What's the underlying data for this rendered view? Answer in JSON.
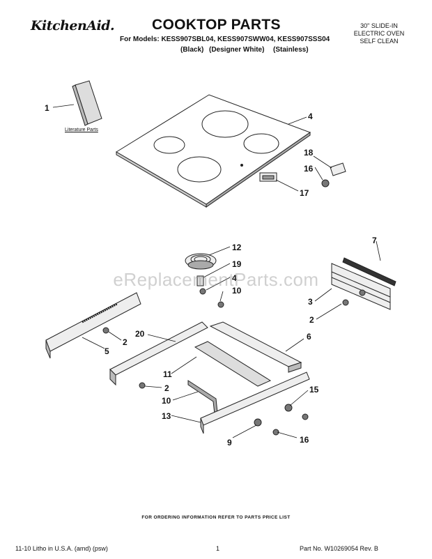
{
  "header": {
    "brand": "KitchenAid.",
    "title": "COOKTOP PARTS",
    "models": "For Models: KESS907SBL04, KESS907SWW04, KESS907SSS04",
    "variants": [
      "(Black)",
      "(Designer White)",
      "(Stainless)"
    ],
    "oven_lines": [
      "30\" SLIDE-IN",
      "ELECTRIC OVEN",
      "SELF CLEAN"
    ]
  },
  "literature_label": "Literature Parts",
  "callouts": [
    "1",
    "4",
    "18",
    "16",
    "17",
    "12",
    "19",
    "4",
    "10",
    "7",
    "3",
    "2",
    "6",
    "5",
    "2",
    "20",
    "11",
    "2",
    "10",
    "13",
    "9",
    "15",
    "16"
  ],
  "watermark": "eReplacementParts.com",
  "ordering_note": "FOR ORDERING INFORMATION REFER TO PARTS PRICE LIST",
  "footer": {
    "left": "11-10 Litho in U.S.A. (amd) (psw)",
    "page": "1",
    "right": "Part No. W10269054 Rev. B"
  }
}
